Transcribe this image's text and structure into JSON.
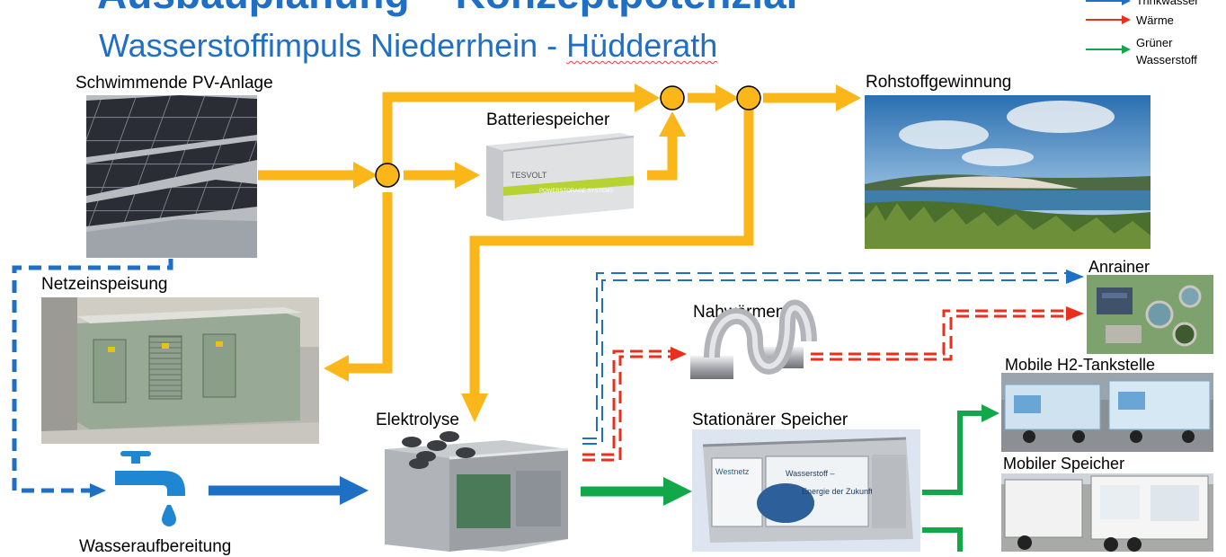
{
  "header": {
    "title": "Ausbauplanung – Konzeptpotenzial",
    "subtitle_pre": "Wasserstoffimpuls Niederrhein - ",
    "subtitle_place": "Hüdderath"
  },
  "legend": {
    "items": [
      {
        "label": "Trinkwasser",
        "color": "#1f6fc4"
      },
      {
        "label": "Wärme",
        "color": "#e8301c"
      },
      {
        "label": "Grüner Wasserstoff",
        "color": "#12a84a"
      }
    ],
    "line1": "Grüner",
    "line2": "Wasserstoff"
  },
  "nodes": {
    "pv": "Schwimmende PV-Anlage",
    "battery": "Batteriespeicher",
    "raw": "Rohstoffgewinnung",
    "grid": "Netzeinspeisung",
    "neighbors": "Anrainer",
    "heat": "Nahwärmenetz",
    "mobile_h2": "Mobile H2-Tankstelle",
    "mobile_storage": "Mobiler Speicher",
    "electrolysis": "Elektrolyse",
    "stationary": "Stationärer Speicher",
    "water": "Wasseraufbereitung"
  },
  "images": {
    "battery_brand": "TESVOLT",
    "battery_sub": "POWERSTORAGE SYSTEMS",
    "tank_text1": "Wasserstoff –",
    "tank_text2": "Energie der Zukunft.",
    "tank_brand": "Westnetz"
  },
  "colors": {
    "power": "#fbb719",
    "water": "#1f6fc4",
    "heat": "#e8301c",
    "hydrogen": "#12a84a"
  }
}
